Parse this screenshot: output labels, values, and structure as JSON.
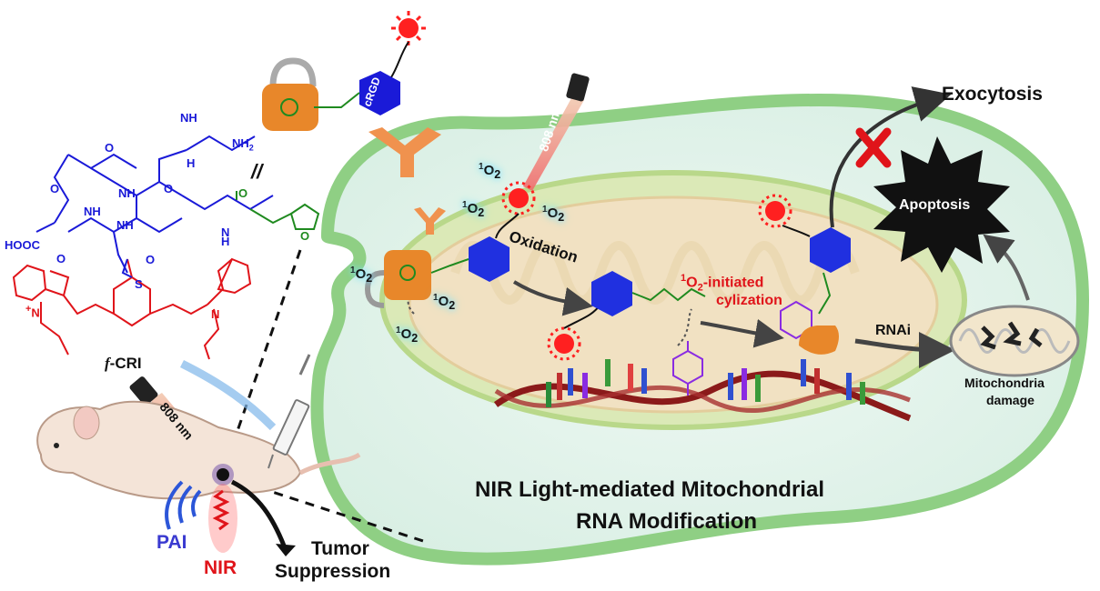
{
  "title": {
    "line1": "NIR Light-mediated Mitochondrial",
    "line2": "RNA Modification"
  },
  "labels": {
    "exocytosis": "Exocytosis",
    "apoptosis": "Apoptosis",
    "oxidation": "Oxidation",
    "singlet_oxygen": "O",
    "singlet_oxygen_sup": "1",
    "singlet_oxygen_sub": "2",
    "cyclization_line1_suffix": "-initiated",
    "cyclization_line2": "cylization",
    "rnai": "RNAi",
    "mito_damage_line1": "Mitochondria",
    "mito_damage_line2": "damage",
    "laser_cell": "808 nm",
    "laser_mouse": "808 nm",
    "crgd": "cRGD",
    "compound_prefix": "f",
    "compound_suffix": "-CRI",
    "pai": "PAI",
    "nir": "NIR",
    "tumor_line1": "Tumor",
    "tumor_line2": "Suppression",
    "equals_sign": "//"
  },
  "chem_labels": {
    "nh": "NH",
    "nh2": "NH",
    "nh2_sub": "2",
    "h": "H",
    "n": "N",
    "o": "O",
    "s": "S",
    "cooh": "HOOC",
    "n_plus": "+"
  },
  "colors": {
    "peptide": "#1a1ad8",
    "dye": "#e0141a",
    "furan": "#1f8a1f",
    "cytosine": "#8a2be2",
    "membrane": "#93d08a",
    "cytoplasm": "#e6f4ee",
    "mito_outer": "#cfe3a8",
    "mito_inner": "#f1e1c2",
    "rna": "#8b1a1a",
    "hexagon": "#2030e0",
    "lock_body": "#e8872a",
    "receptor": "#f0924e",
    "text_red": "#e0141a",
    "text_blue": "#3a3ad0"
  }
}
